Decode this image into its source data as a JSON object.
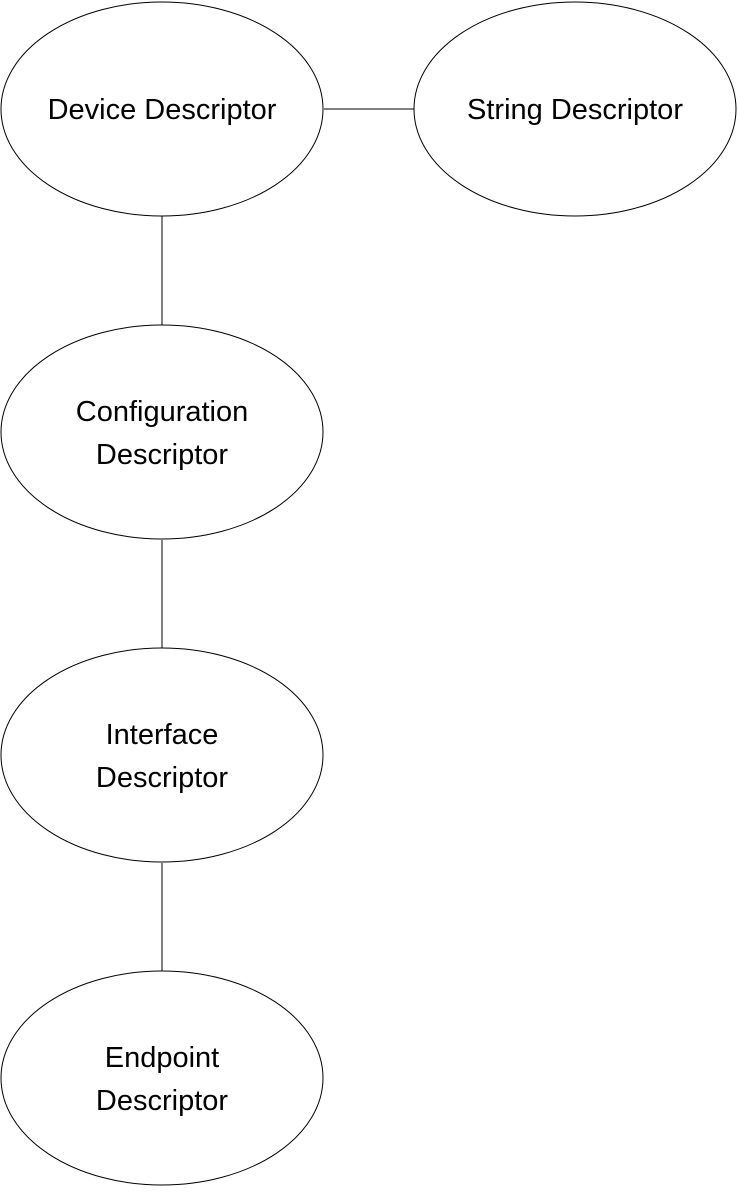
{
  "nodes": {
    "device": {
      "lines": [
        "Device Descriptor"
      ]
    },
    "string": {
      "lines": [
        "String Descriptor"
      ]
    },
    "configuration": {
      "lines": [
        "Configuration",
        "Descriptor"
      ]
    },
    "interface": {
      "lines": [
        "Interface",
        "Descriptor"
      ]
    },
    "endpoint": {
      "lines": [
        "Endpoint",
        "Descriptor"
      ]
    }
  },
  "edges": [
    {
      "from": "device",
      "to": "string"
    },
    {
      "from": "device",
      "to": "configuration"
    },
    {
      "from": "configuration",
      "to": "interface"
    },
    {
      "from": "interface",
      "to": "endpoint"
    }
  ],
  "colors": {
    "stroke": "#000000",
    "fill": "#ffffff",
    "text": "#000000"
  }
}
